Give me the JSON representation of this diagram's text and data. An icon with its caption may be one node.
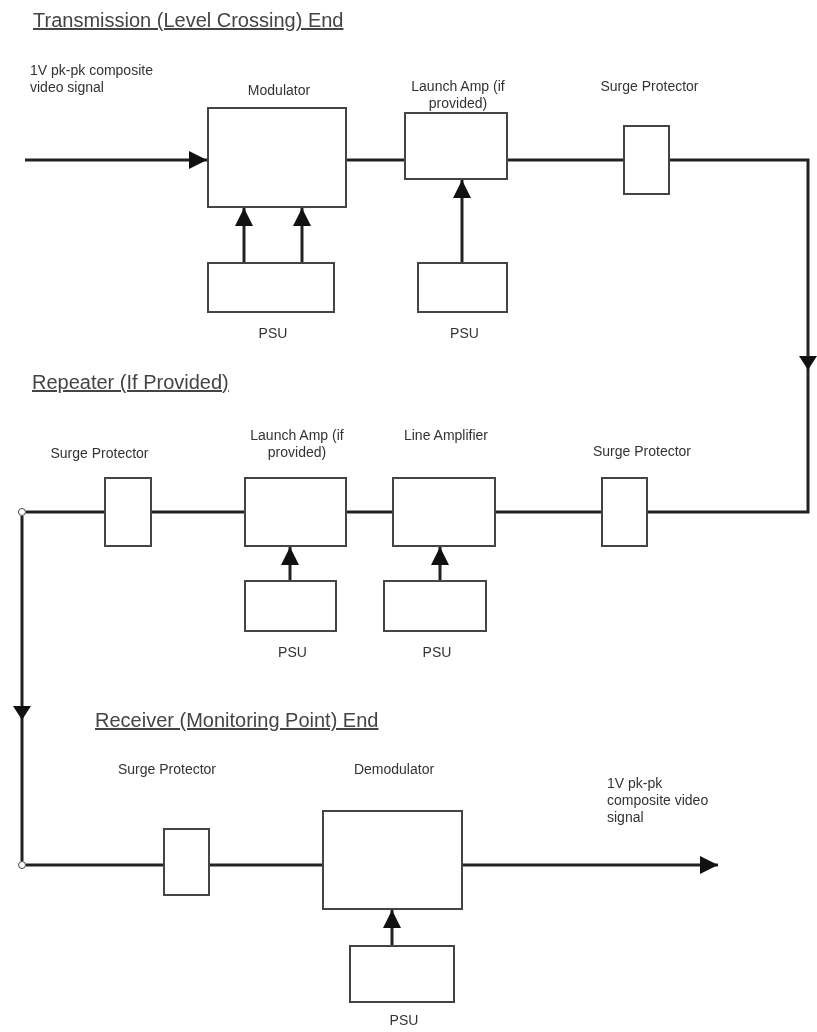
{
  "diagram": {
    "nodes": [
      {
        "text": [
          "Modulator"
        ]
      },
      {
        "text": [
          "PSU"
        ]
      },
      {
        "text": [
          "Launch Amp (if provided)"
        ]
      },
      {
        "text": [
          "PSU"
        ]
      },
      {
        "text": [
          "Surge Protector"
        ]
      },
      {
        "text": [
          "Surge Protector"
        ]
      },
      {
        "text": [
          "Launch Amp (if provided)"
        ]
      },
      {
        "text": [
          "PSU"
        ]
      },
      {
        "text": [
          "Line Amplifier"
        ]
      },
      {
        "text": [
          "PSU"
        ]
      },
      {
        "text": [
          "Surge Protector"
        ]
      },
      {
        "text": [
          "Surge Protector"
        ]
      },
      {
        "text": [
          "Demodulator"
        ]
      },
      {
        "text": [
          "PSU"
        ]
      },
      {
        "text": [],
        "shape": "circle"
      },
      {
        "text": [],
        "shape": "circle"
      }
    ],
    "edges": [
      {
        "from": null,
        "to": 0,
        "arrow": "to"
      },
      {
        "from": 1,
        "to": 0,
        "arrow": "to"
      },
      {
        "from": 1,
        "to": 0,
        "arrow": "to"
      },
      {
        "from": 0,
        "to": 2,
        "arrow": "none"
      },
      {
        "from": 3,
        "to": 2,
        "arrow": "to"
      },
      {
        "from": 2,
        "to": 4,
        "arrow": "none"
      },
      {
        "from": 4,
        "to": 10,
        "arrow": "to"
      },
      {
        "from": 10,
        "to": 8,
        "arrow": "none"
      },
      {
        "from": 8,
        "to": 6,
        "arrow": "none"
      },
      {
        "from": 6,
        "to": 5,
        "arrow": "none"
      },
      {
        "from": 5,
        "to": 14,
        "arrow": "none"
      },
      {
        "from": 7,
        "to": 6,
        "arrow": "to"
      },
      {
        "from": 9,
        "to": 8,
        "arrow": "to"
      },
      {
        "from": 14,
        "to": 15,
        "arrow": "to"
      },
      {
        "from": 15,
        "to": 11,
        "arrow": "none"
      },
      {
        "from": 11,
        "to": 12,
        "arrow": "none"
      },
      {
        "from": 12,
        "to": null,
        "arrow": "to"
      },
      {
        "from": 13,
        "to": 12,
        "arrow": "to"
      }
    ],
    "labels": [
      "Transmission (Level Crossing) End",
      "1V pk-pk composite video signal",
      "Repeater (If Provided)",
      "Receiver (Monitoring Point) End",
      "1V pk-pk composite video signal"
    ]
  }
}
